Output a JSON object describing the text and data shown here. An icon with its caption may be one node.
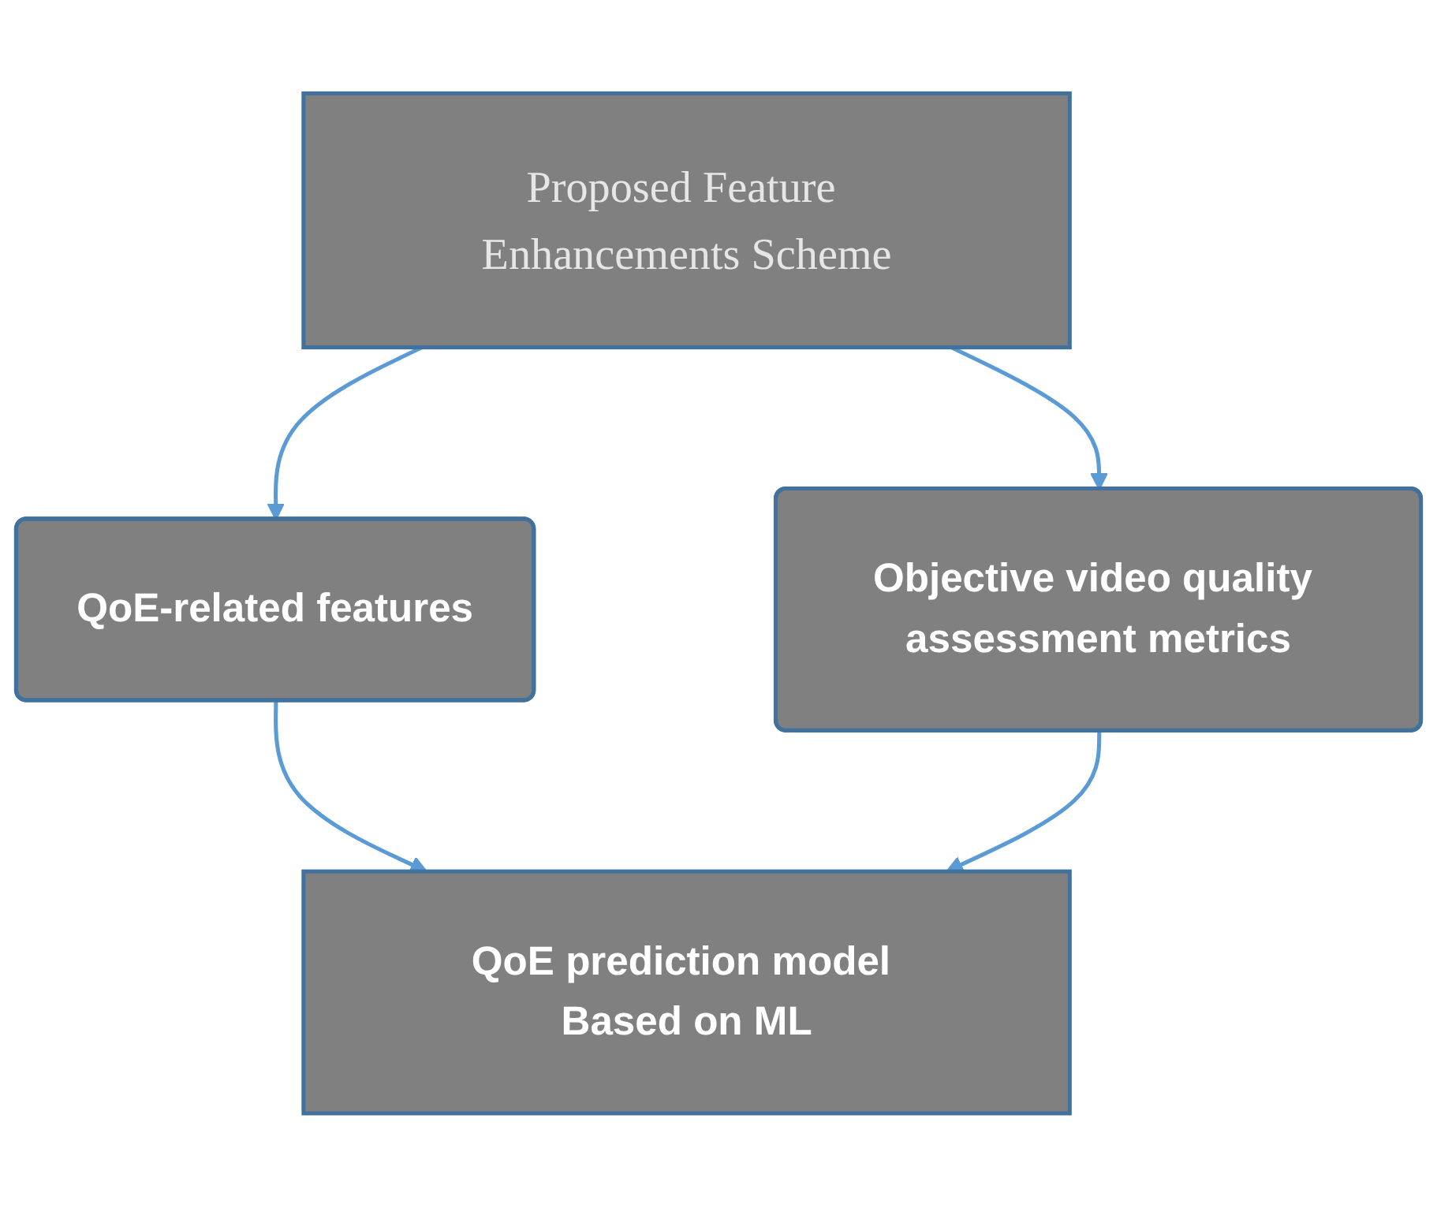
{
  "diagram": {
    "nodes": [
      {
        "text": [
          "Proposed Feature Enhancements Scheme"
        ]
      },
      {
        "text": [
          "QoE-related features"
        ]
      },
      {
        "text": [
          "Objective video quality assessment metrics"
        ]
      },
      {
        "text": [
          "QoE prediction model Based on ML"
        ]
      }
    ],
    "edges": [
      {
        "from": 0,
        "to": 1,
        "arrow": "to"
      },
      {
        "from": 0,
        "to": 2,
        "arrow": "to"
      },
      {
        "from": 1,
        "to": 3,
        "arrow": "to"
      },
      {
        "from": 2,
        "to": 3,
        "arrow": "to"
      }
    ]
  }
}
